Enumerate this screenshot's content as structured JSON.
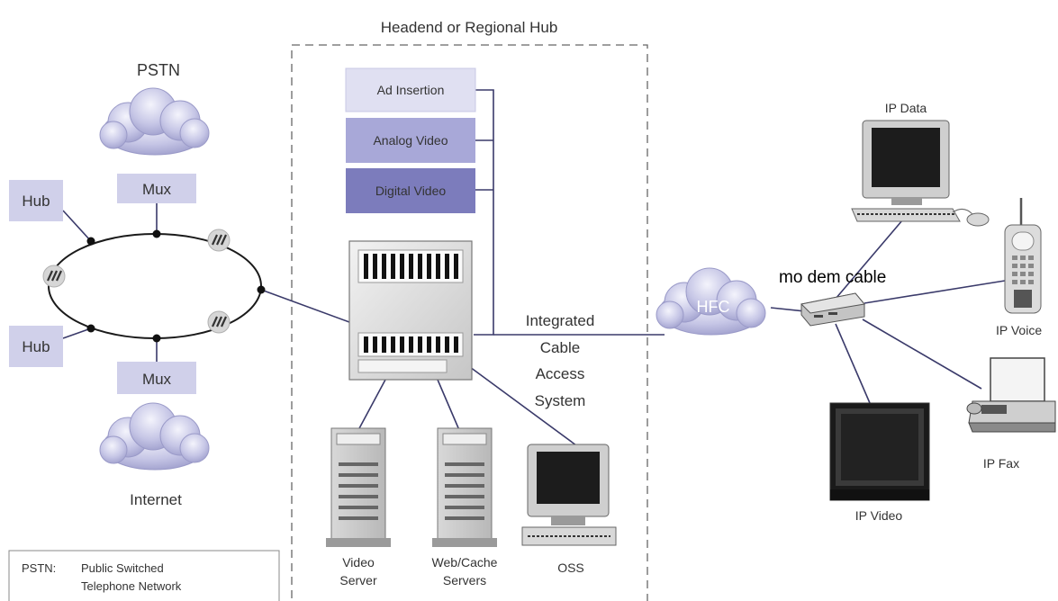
{
  "diagram": {
    "hub_title": "Headend or Regional Hub",
    "pstn_label": "PSTN",
    "internet_label": "Internet",
    "mux_label": "Mux",
    "hub_label": "Hub",
    "services": [
      "Ad Insertion",
      "Analog Video",
      "Digital Video"
    ],
    "integrated_system": [
      "Integrated",
      "Cable",
      "Access",
      "System"
    ],
    "hfc_label": "HFC",
    "modem_label": "mo dem cable",
    "video_server": [
      "Video",
      "Server"
    ],
    "web_cache": [
      "Web/Cache",
      "Servers"
    ],
    "oss_label": "OSS",
    "ip_data": "IP Data",
    "ip_voice": "IP Voice",
    "ip_fax": "IP Fax",
    "ip_video": "IP Video",
    "legend_key": "PSTN:",
    "legend_lines": [
      "Public Switched",
      "Telephone Network"
    ]
  },
  "colors": {
    "box_light": "#dcdcf0",
    "box_mid": "#b8b8e0",
    "box_dark": "#7878b8",
    "cloud": "#c8c8e8",
    "line": "#2a2a55",
    "dash": "#666666"
  }
}
